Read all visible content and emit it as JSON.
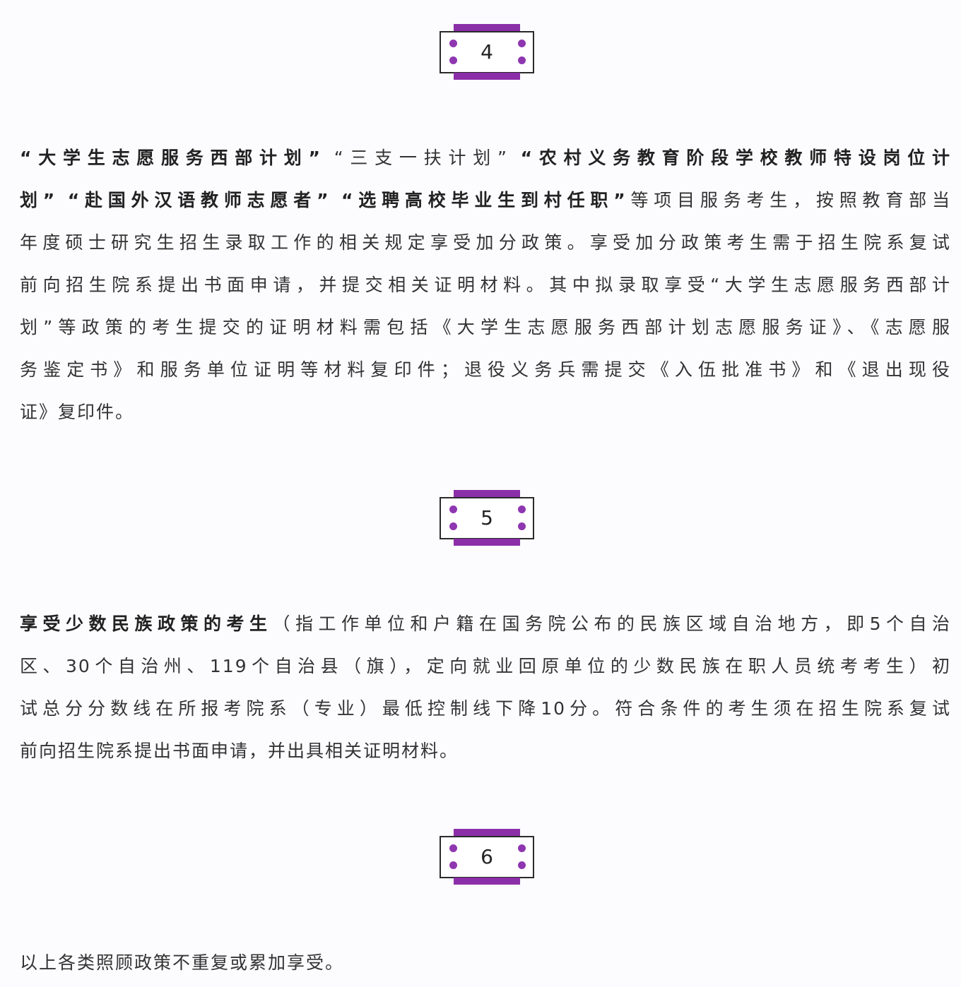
{
  "colors": {
    "accent_purple": "#8b2fa8",
    "dot_purple": "#8e37b0",
    "text": "#333333",
    "background": "#fcfbfe",
    "box_border": "#2a2a2a"
  },
  "sections": [
    {
      "badge_number": "4",
      "paragraph": {
        "lines": [
          [
            {
              "text": "“大学生志愿服务西部计划”",
              "bold": true
            },
            {
              "text": "  “三支一扶计划”  ",
              "bold": false
            },
            {
              "text": "“农村义务教育阶段学校教师特设岗位计",
              "bold": true
            }
          ],
          [
            {
              "text": "划”  “赴国外汉语教师志愿者”  “选聘高校毕业生到村任职”",
              "bold": true
            },
            {
              "text": "等项目服务考生，按照教育部当",
              "bold": false
            }
          ],
          [
            {
              "text": "年度硕士研究生招生录取工作的相关规定享受加分政策。享受加分政策考生需于招生院系复试",
              "bold": false
            }
          ],
          [
            {
              "text": "前向招生院系提出书面申请，并提交相关证明材料。其中拟录取享受“大学生志愿服务西部计",
              "bold": false
            }
          ],
          [
            {
              "text": "划”等政策的考生提交的证明材料需包括《大学生志愿服务西部计划志愿服务证》、《志愿服",
              "bold": false
            }
          ],
          [
            {
              "text": "务鉴定书》和服务单位证明等材料复印件；退役义务兵需提交《入伍批准书》和《退出现役",
              "bold": false
            }
          ],
          [
            {
              "text": "证》复印件。",
              "bold": false
            }
          ]
        ]
      }
    },
    {
      "badge_number": "5",
      "paragraph": {
        "lines": [
          [
            {
              "text": "享受少数民族政策的考生",
              "bold": true
            },
            {
              "text": "（指工作单位和户籍在国务院公布的民族区域自治地方，即5个自治",
              "bold": false
            }
          ],
          [
            {
              "text": "区、30个自治州、119个自治县（旗），定向就业回原单位的少数民族在职人员统考考生）初",
              "bold": false
            }
          ],
          [
            {
              "text": "试总分分数线在所报考院系（专业）最低控制线下降10分。符合条件的考生须在招生院系复试",
              "bold": false
            }
          ],
          [
            {
              "text": "前向招生院系提出书面申请，并出具相关证明材料。",
              "bold": false
            }
          ]
        ]
      }
    },
    {
      "badge_number": "6",
      "paragraph": {
        "lines": [
          [
            {
              "text": "以上各类照顾政策不重复或累加享受。",
              "bold": false
            }
          ]
        ]
      }
    }
  ]
}
